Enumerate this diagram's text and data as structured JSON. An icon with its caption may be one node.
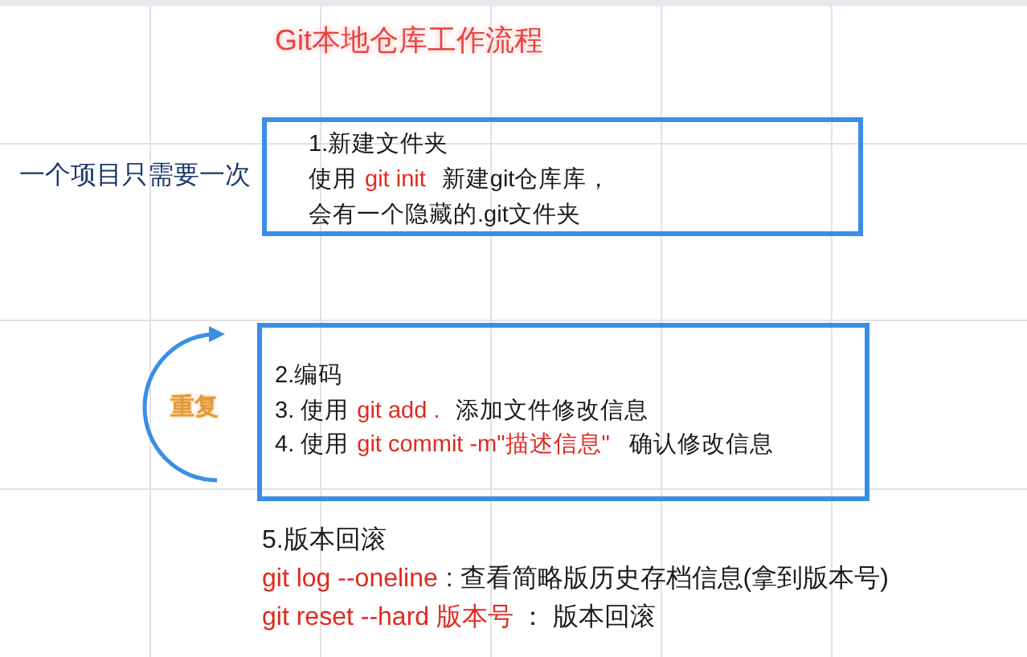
{
  "diagram": {
    "title": "Git本地仓库工作流程",
    "nodes": [
      {
        "text": [
          "1.新建文件夹",
          "使用",
          "git init",
          "新建git仓库库，",
          "会有一个隐藏的.git文件夹"
        ],
        "beside": [
          "一个项目只需要一次"
        ]
      },
      {
        "text": [
          "2.编码",
          "3. 使用",
          "git add .",
          "添加文件修改信息",
          "4. 使用",
          "git commit -m\"描述信息\"",
          "确认修改信息"
        ],
        "beside": [
          "重复"
        ]
      }
    ],
    "labels": [
      "5.版本回滚",
      "git log --oneline",
      ": 查看简略版历史存档信息(拿到版本号)",
      "git reset --hard 版本号",
      "： 版本回滚"
    ]
  }
}
